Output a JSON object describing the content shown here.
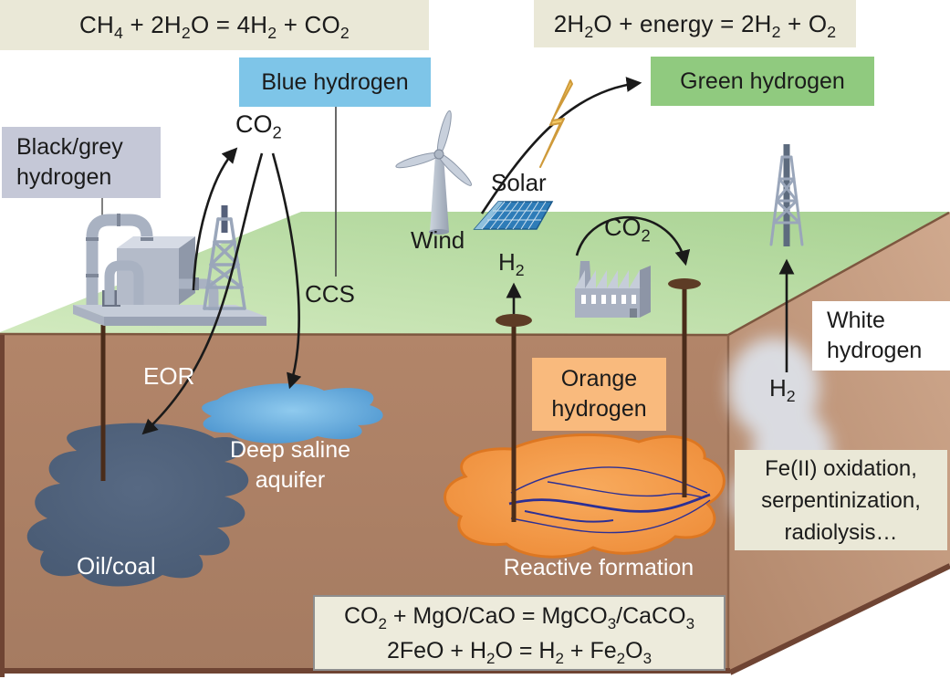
{
  "equations": {
    "steam_reforming": "CH~4~ + 2H~2~O = 4H~2~ + CO~2~",
    "electrolysis": "2H~2~O + energy = 2H~2~ + O~2~",
    "mineral_carbonation": "CO~2~ + MgO/CaO = MgCO~3~/CaCO~3~",
    "iron_oxidation": "2FeO + H~2~O = H~2~ + Fe~2~O~3~"
  },
  "hydrogen_types": {
    "black_grey": {
      "line1": "Black/grey",
      "line2": "hydrogen",
      "color": "#c5c8d7"
    },
    "blue": {
      "label": "Blue hydrogen",
      "color": "#7ec5e8"
    },
    "green": {
      "label": "Green hydrogen",
      "color": "#90ca7f"
    },
    "orange": {
      "line1": "Orange",
      "line2": "hydrogen",
      "color": "#f9ba7d"
    },
    "white": {
      "line1": "White",
      "line2": "hydrogen",
      "color": "#ffffff"
    }
  },
  "labels": {
    "co2_surface": "CO~2~",
    "co2_factory": "CO~2~",
    "h2_well": "H~2~",
    "h2_seep": "H~2~",
    "ccs": "CCS",
    "eor": "EOR",
    "wind": "Wind",
    "solar": "Solar",
    "oil_coal": "Oil/coal",
    "aquifer_line1": "Deep saline",
    "aquifer_line2": "aquifer",
    "reactive_formation": "Reactive formation",
    "white_source_line1": "Fe(II) oxidation,",
    "white_source_line2": "serpentinization,",
    "white_source_line3": "radiolysis…"
  },
  "icons": [
    "steam-reforming-plant-icon",
    "drilling-derrick-icon",
    "wind-turbine-icon",
    "solar-panel-icon",
    "lightning-bolt-icon",
    "factory-icon",
    "wellhead-icon",
    "hydrogen-seep-cloud"
  ],
  "colors": {
    "equation_box_bg": "#eae8d7",
    "surface_green": "#bcdda6",
    "soil_front": "#ab8066",
    "soil_side": "#c7a087",
    "oil_coal_blob": "#4d5f79",
    "saline_aquifer_blob": "#5a9fd4",
    "reactive_formation_blob": "#f19a47",
    "fracture_lines": "#2c2f95",
    "arrow": "#1a1a1a"
  }
}
